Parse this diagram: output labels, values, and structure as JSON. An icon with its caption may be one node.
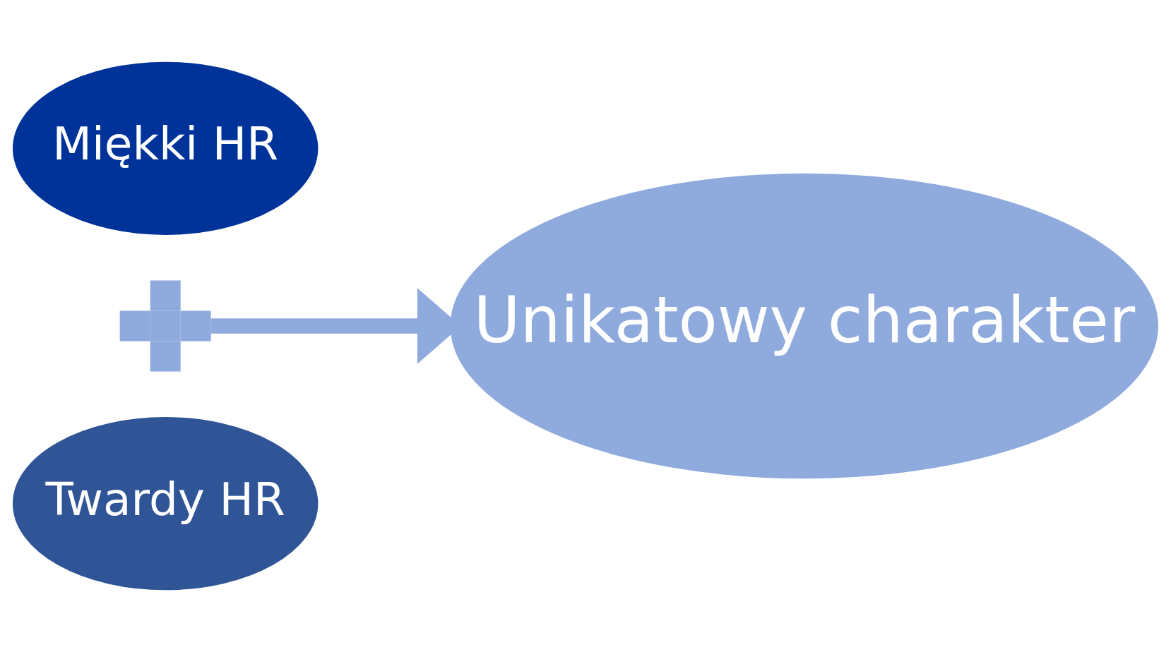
{
  "diagram": {
    "nodes": [
      {
        "text": [
          "Miękki HR"
        ]
      },
      {
        "text": [],
        "shape": "plus"
      },
      {
        "text": [
          "Twardy HR"
        ]
      },
      {
        "text": [
          "Unikatowy charakter"
        ]
      }
    ],
    "edges": [
      {
        "from": 1,
        "to": 3,
        "arrow": "to"
      }
    ]
  }
}
